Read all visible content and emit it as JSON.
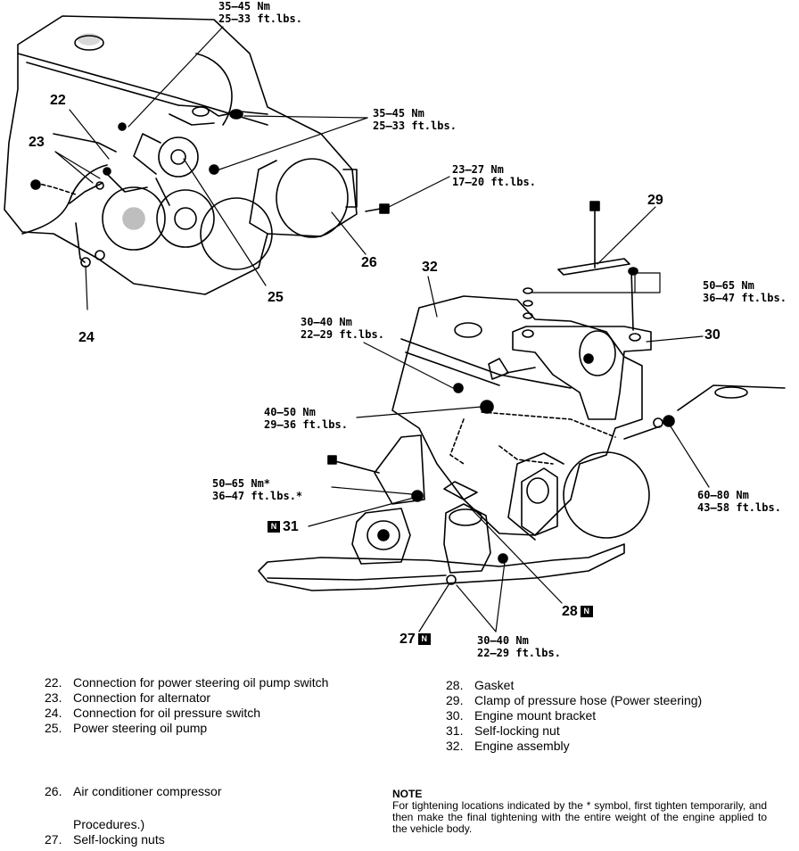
{
  "torque_labels": [
    {
      "id": "t1",
      "nm": "35–45 Nm",
      "ftlbs": "25–33 ft.lbs."
    },
    {
      "id": "t2",
      "nm": "35–45 Nm",
      "ftlbs": "25–33 ft.lbs."
    },
    {
      "id": "t3",
      "nm": "23–27 Nm",
      "ftlbs": "17–20 ft.lbs."
    },
    {
      "id": "t4",
      "nm": "50–65 Nm",
      "ftlbs": "36–47 ft.lbs."
    },
    {
      "id": "t5",
      "nm": "30–40 Nm",
      "ftlbs": "22–29 ft.lbs."
    },
    {
      "id": "t6",
      "nm": "40–50 Nm",
      "ftlbs": "29–36 ft.lbs."
    },
    {
      "id": "t7",
      "nm": "50–65 Nm*",
      "ftlbs": "36–47 ft.lbs.*"
    },
    {
      "id": "t8",
      "nm": "60–80 Nm",
      "ftlbs": "43–58 ft.lbs."
    },
    {
      "id": "t9",
      "nm": "30–40 Nm",
      "ftlbs": "22–29 ft.lbs."
    }
  ],
  "callouts": {
    "c22": "22",
    "c23": "23",
    "c24": "24",
    "c25": "25",
    "c26": "26",
    "c27": "27",
    "c28": "28",
    "c29": "29",
    "c30": "30",
    "c31": "31",
    "c32": "32",
    "badge": "N"
  },
  "legend_left": [
    {
      "num": "22.",
      "text": "Connection for power steering oil pump switch"
    },
    {
      "num": "23.",
      "text": "Connection for alternator"
    },
    {
      "num": "24.",
      "text": "Connection for oil pressure switch"
    },
    {
      "num": "25.",
      "text": "Power steering oil pump"
    }
  ],
  "legend_left2": [
    {
      "num": "26.",
      "text": "Air conditioner compressor"
    }
  ],
  "legend_left3": [
    {
      "num": "",
      "text": "Procedures.)"
    },
    {
      "num": "27.",
      "text": "Self-locking nuts"
    }
  ],
  "legend_right": [
    {
      "num": "28.",
      "text": "Gasket"
    },
    {
      "num": "29.",
      "text": "Clamp of pressure hose (Power steering)"
    },
    {
      "num": "30.",
      "text": "Engine mount bracket"
    },
    {
      "num": "31.",
      "text": "Self-locking nut"
    },
    {
      "num": "32.",
      "text": "Engine assembly"
    }
  ],
  "note": {
    "title": "NOTE",
    "body": "For tightening locations indicated by the * symbol, first tighten temporarily, and then make the final tightening with the entire weight of the engine applied to the vehicle body."
  }
}
